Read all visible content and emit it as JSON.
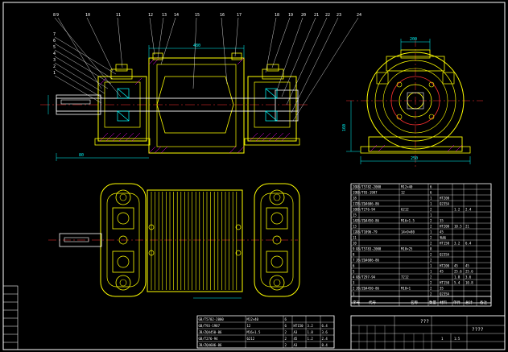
{
  "colors": {
    "background": "#000000",
    "frame": "#ffffff",
    "part": "#ffff00",
    "hatch": "#ff00ff",
    "centerline": "#ff3030",
    "dimension": "#00ffff",
    "leader": "#ffffff",
    "shaft": "#ffffff"
  },
  "balloons": [
    "1",
    "2",
    "3",
    "4",
    "5",
    "6",
    "7",
    "8",
    "9",
    "10",
    "11",
    "12",
    "13",
    "14",
    "15",
    "16",
    "17",
    "18",
    "19",
    "20",
    "21",
    "22",
    "23",
    "24"
  ],
  "dimensions": {
    "top_width": "480",
    "shaft_length": "80",
    "side_width": "200",
    "side_height": "160",
    "side_base": "250"
  },
  "parts_list_rows": [
    [
      "GB/T5782-2000",
      "M12×40",
      "6",
      "",
      "",
      "",
      ""
    ],
    [
      "GB/T93-1987",
      "12",
      "6",
      "",
      "",
      "",
      ""
    ],
    [
      "",
      "",
      "1",
      "HT200",
      "",
      "",
      ""
    ],
    [
      "JB/ZQ4606-86",
      "",
      "1",
      "Q235A",
      "",
      "",
      ""
    ],
    [
      "GB/T276-94",
      "6212",
      "2",
      "",
      "1.2",
      "2.4",
      ""
    ],
    [
      "",
      "",
      "1",
      "",
      "",
      "",
      ""
    ],
    [
      "JB/ZQ4450-86",
      "M16×1.5",
      "2",
      "35",
      "",
      "",
      ""
    ],
    [
      "",
      "",
      "2",
      "HT200",
      "10.5",
      "21",
      ""
    ],
    [
      "GB/T1096-79",
      "14×9×80",
      "1",
      "45",
      "",
      "",
      ""
    ],
    [
      "",
      "",
      "2",
      "毛毡",
      "",
      "",
      ""
    ],
    [
      "",
      "",
      "2",
      "HT150",
      "3.2",
      "6.4",
      ""
    ],
    [
      "GB/T5783-2000",
      "M10×25",
      "8",
      "",
      "",
      "",
      ""
    ],
    [
      "",
      "",
      "2",
      "Q235A",
      "",
      "",
      ""
    ],
    [
      "JB/ZQ4606-86",
      "",
      "2",
      "",
      "",
      "",
      ""
    ],
    [
      "",
      "",
      "1",
      "HT200",
      "45",
      "45",
      ""
    ],
    [
      "",
      "",
      "1",
      "45",
      "25.6",
      "25.6",
      ""
    ],
    [
      "GB/T297-94",
      "7212",
      "2",
      "",
      "1.8",
      "3.6",
      ""
    ],
    [
      "",
      "",
      "2",
      "HT150",
      "5.4",
      "10.8",
      ""
    ],
    [
      "JB/ZQ4450-86",
      "M10×1",
      "2",
      "35",
      "",
      "",
      ""
    ],
    [
      "",
      "",
      "2",
      "Q235A",
      "",
      "",
      ""
    ]
  ],
  "parts_header": [
    "序号",
    "代号",
    "名称",
    "数量",
    "材料",
    "单件",
    "总计",
    "备注"
  ],
  "title_block": {
    "title": "???",
    "drawing_no": "????",
    "scale": "1:5",
    "sheet": "1"
  },
  "left_list_rows": [
    [
      "GB/T5782-2000",
      "M12×40",
      "6",
      "",
      "",
      ""
    ],
    [
      "GB/T93-1987",
      "12",
      "6",
      "HT150",
      "3.2",
      "6.4"
    ],
    [
      "JB/ZQ4450-86",
      "M16×1.5",
      "2",
      "A3",
      "1.8",
      "3.6"
    ],
    [
      "GB/T276-94",
      "6212",
      "2",
      "45",
      "1.2",
      "2.4"
    ],
    [
      "JB/ZQ4606-86",
      "",
      "2",
      "A3",
      "",
      "8.4"
    ]
  ]
}
